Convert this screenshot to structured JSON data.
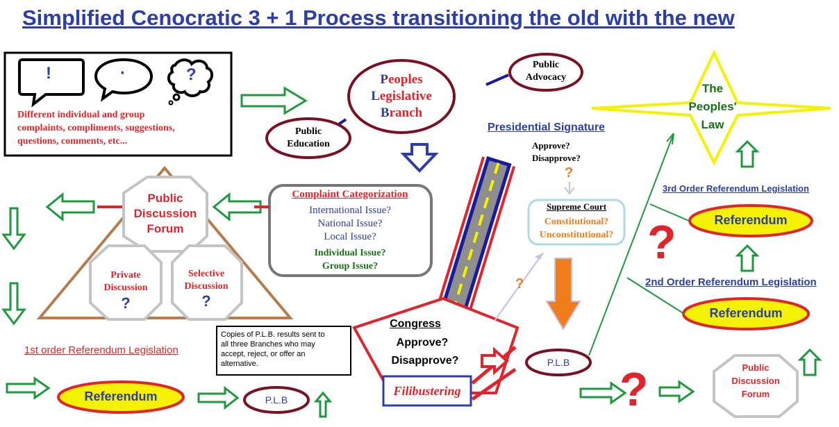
{
  "title": "Simplified Cenocratic 3 + 1 Process transitioning the old with the new",
  "input_box": {
    "bubble1": "!",
    "bubble2": "·",
    "bubble3": "?",
    "lines": [
      "Different individual and group",
      "complaints, compliments, suggestions,",
      "questions, comments, etc..."
    ]
  },
  "plb": {
    "line1_initial": "P",
    "line1_rest": "eoples",
    "line2_initial": "L",
    "line2_rest": "egislative",
    "line3_initial": "B",
    "line3_rest": "ranch"
  },
  "public_advocacy": [
    "Public",
    "Advocacy"
  ],
  "public_education": [
    "Public",
    "Education"
  ],
  "complaint": {
    "title": "Complaint Categorization",
    "line1": "International Issue?",
    "line2": "National Issue?",
    "line3": "Local Issue?",
    "line4": "Individual Issue?",
    "line5": "Group Issue?"
  },
  "forum_top": [
    "Public",
    "Discussion",
    "Forum"
  ],
  "private": [
    "Private",
    "Discussion",
    "?"
  ],
  "selective": [
    "Selective",
    "Discussion",
    "?"
  ],
  "copies_note": [
    "Copies of P.L.B. results sent to",
    "all three Branches who may",
    "accept, reject, or offer an",
    "alternative."
  ],
  "first_order": "1st order Referendum Legislation",
  "referendum": "Referendum",
  "plb_short": "P.L.B",
  "congress": {
    "title": "Congress",
    "line1": "Approve?",
    "line2": "Disapprove?"
  },
  "filibustering": "Filibustering",
  "presidential": {
    "title": "Presidential Signature",
    "line1": "Approve?",
    "line2": "Disapprove?",
    "q": "?"
  },
  "supreme": {
    "title": "Supreme Court",
    "line1": "Constitutional?",
    "line2": "Unconstitutional?"
  },
  "small_q": "?",
  "big_q": "?",
  "peoples_law": [
    "The",
    "Peoples'",
    "Law"
  ],
  "third_order": "3rd Order Referendum Legislation",
  "second_order": "2nd Order Referendum Legislation",
  "colors": {
    "title": "#2c3ea8",
    "red": "#e0242b",
    "maroon": "#7a1020",
    "green": "#1c9a3c",
    "blue_arrow": "#2c3ea8",
    "yellow": "#f4f200",
    "brown": "#b87c4c",
    "gray": "#c4c4c4",
    "orange": "#f07d1c"
  }
}
